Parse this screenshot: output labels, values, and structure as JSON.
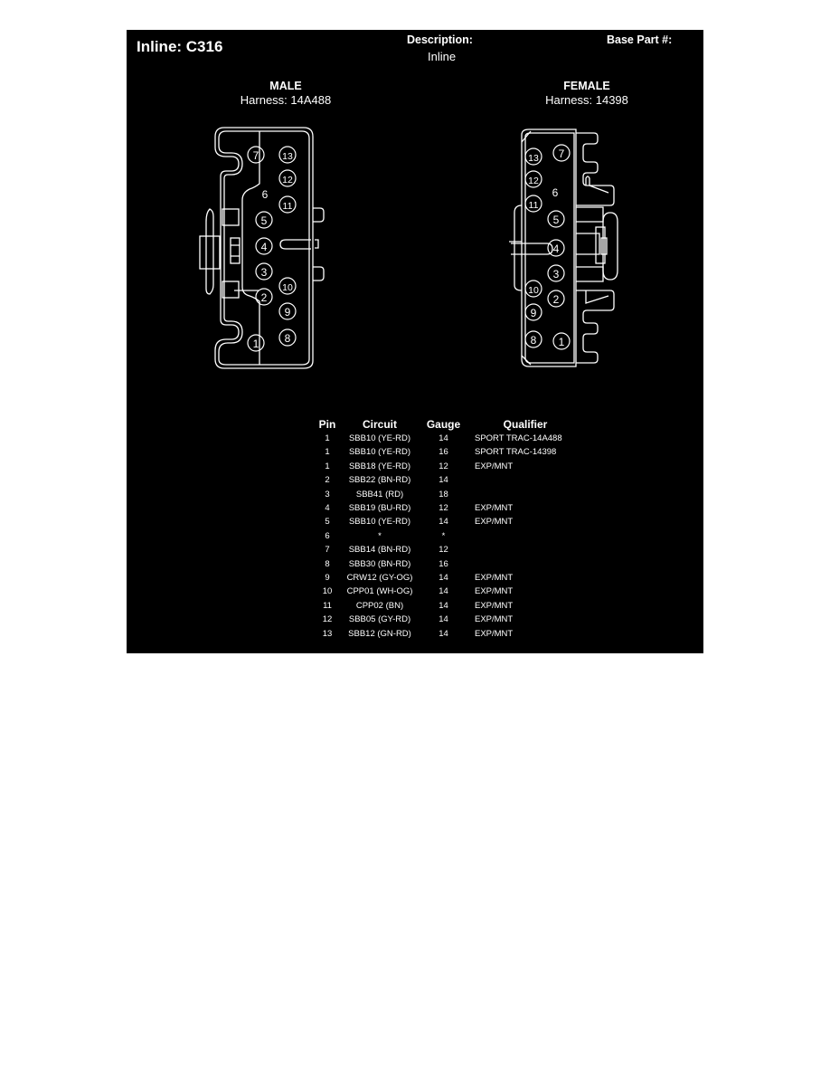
{
  "header": {
    "title": "Inline: C316",
    "description_label": "Description:",
    "description_value": "Inline",
    "base_part_label": "Base Part #:"
  },
  "connectors": {
    "male": {
      "gender": "MALE",
      "harness": "Harness: 14A488",
      "cavities": [
        "1",
        "2",
        "3",
        "4",
        "5",
        "6",
        "7",
        "8",
        "9",
        "10",
        "11",
        "12",
        "13"
      ]
    },
    "female": {
      "gender": "FEMALE",
      "harness": "Harness: 14398",
      "cavities": [
        "1",
        "2",
        "3",
        "4",
        "5",
        "6",
        "7",
        "8",
        "9",
        "10",
        "11",
        "12",
        "13"
      ]
    }
  },
  "pin_table": {
    "headers": {
      "pin": "Pin",
      "circuit": "Circuit",
      "gauge": "Gauge",
      "qualifier": "Qualifier"
    },
    "rows": [
      {
        "pin": "1",
        "circuit": "SBB10 (YE-RD)",
        "gauge": "14",
        "qualifier": "SPORT TRAC-14A488"
      },
      {
        "pin": "1",
        "circuit": "SBB10 (YE-RD)",
        "gauge": "16",
        "qualifier": "SPORT TRAC-14398"
      },
      {
        "pin": "1",
        "circuit": "SBB18 (YE-RD)",
        "gauge": "12",
        "qualifier": "EXP/MNT"
      },
      {
        "pin": "2",
        "circuit": "SBB22 (BN-RD)",
        "gauge": "14",
        "qualifier": ""
      },
      {
        "pin": "3",
        "circuit": "SBB41 (RD)",
        "gauge": "18",
        "qualifier": ""
      },
      {
        "pin": "4",
        "circuit": "SBB19 (BU-RD)",
        "gauge": "12",
        "qualifier": "EXP/MNT"
      },
      {
        "pin": "5",
        "circuit": "SBB10 (YE-RD)",
        "gauge": "14",
        "qualifier": "EXP/MNT"
      },
      {
        "pin": "6",
        "circuit": "*",
        "gauge": "*",
        "qualifier": ""
      },
      {
        "pin": "7",
        "circuit": "SBB14 (BN-RD)",
        "gauge": "12",
        "qualifier": ""
      },
      {
        "pin": "8",
        "circuit": "SBB30 (BN-RD)",
        "gauge": "16",
        "qualifier": ""
      },
      {
        "pin": "9",
        "circuit": "CRW12 (GY-OG)",
        "gauge": "14",
        "qualifier": "EXP/MNT"
      },
      {
        "pin": "10",
        "circuit": "CPP01 (WH-OG)",
        "gauge": "14",
        "qualifier": "EXP/MNT"
      },
      {
        "pin": "11",
        "circuit": "CPP02 (BN)",
        "gauge": "14",
        "qualifier": "EXP/MNT"
      },
      {
        "pin": "12",
        "circuit": "SBB05 (GY-RD)",
        "gauge": "14",
        "qualifier": "EXP/MNT"
      },
      {
        "pin": "13",
        "circuit": "SBB12 (GN-RD)",
        "gauge": "14",
        "qualifier": "EXP/MNT"
      }
    ]
  },
  "colors": {
    "background": "#000000",
    "foreground": "#ffffff",
    "page": "#ffffff"
  }
}
